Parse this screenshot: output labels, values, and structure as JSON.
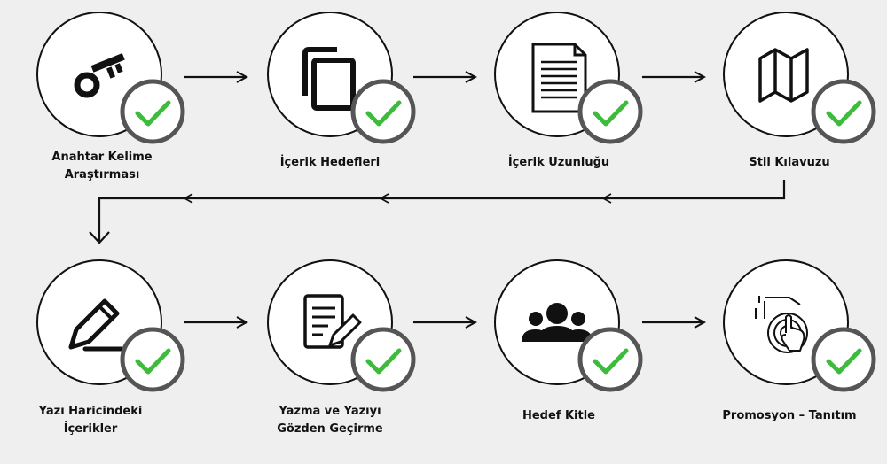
{
  "steps": [
    {
      "label_1": "Anahtar Kelime",
      "label_2": "Araştırması",
      "icon": "key-icon"
    },
    {
      "label_1": "İçerik Hedefleri",
      "label_2": "",
      "icon": "copy-icon"
    },
    {
      "label_1": "İçerik Uzunluğu",
      "label_2": "",
      "icon": "document-icon"
    },
    {
      "label_1": "Stil Kılavuzu",
      "label_2": "",
      "icon": "map-icon"
    },
    {
      "label_1": "Yazı Haricindeki",
      "label_2": "İçerikler",
      "icon": "pencil-icon"
    },
    {
      "label_1": "Yazma ve Yazıyı",
      "label_2": "Gözden Geçirme",
      "icon": "edit-document-icon"
    },
    {
      "label_1": "Hedef Kitle",
      "label_2": "",
      "icon": "audience-icon"
    },
    {
      "label_1": "Promosyon – Tanıtım",
      "label_2": "",
      "icon": "touch-click-icon"
    }
  ],
  "colors": {
    "background": "#efefef",
    "circle_fill": "#ffffff",
    "outline": "#111111",
    "check_ring": "#555555",
    "check": "#3dbb3d"
  }
}
